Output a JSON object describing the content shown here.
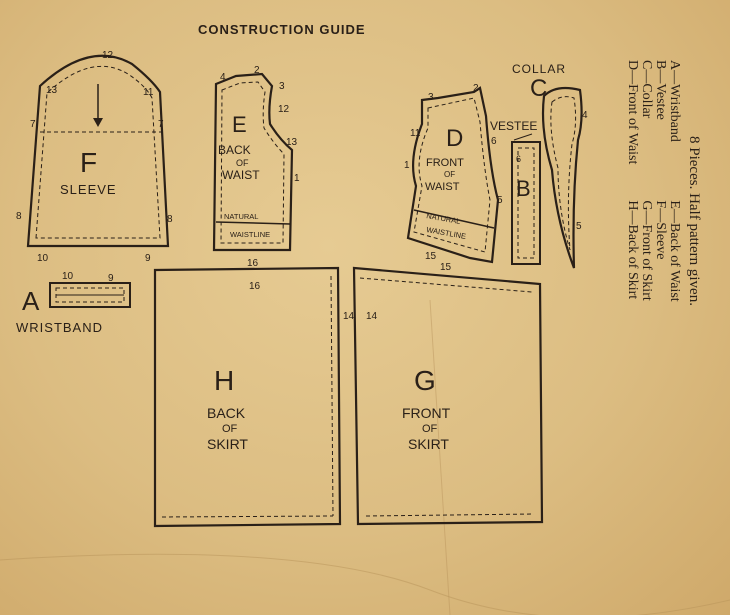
{
  "title": "CONSTRUCTION GUIDE",
  "pieces_header": "8 Pieces.   Half pattern given.",
  "legend_col1": [
    "A—Wristband",
    "B—Vestee",
    "C—Collar",
    "D—Front of Waist"
  ],
  "legend_col2": [
    "E—Back of Waist",
    "F—Sleeve",
    "G—Front of Skirt",
    "H—Back of Skirt"
  ],
  "pieces": {
    "A": {
      "letter": "A",
      "label": "WRISTBAND"
    },
    "B": {
      "letter": "B",
      "label": "VESTEE"
    },
    "C": {
      "letter": "C",
      "label": "COLLAR"
    },
    "D": {
      "letter": "D",
      "label1": "FRONT",
      "label2": "OF",
      "label3": "WAIST",
      "natural": "NATURAL",
      "waistline": "WAISTLINE"
    },
    "E": {
      "letter": "E",
      "label1": "BACK",
      "label2": "OF",
      "label3": "WAIST",
      "natural": "NATURAL",
      "waistline": "WAISTLINE"
    },
    "F": {
      "letter": "F",
      "label": "SLEEVE"
    },
    "G": {
      "letter": "G",
      "label1": "FRONT",
      "label2": "OF",
      "label3": "SKIRT"
    },
    "H": {
      "letter": "H",
      "label1": "BACK",
      "label2": "OF",
      "label3": "SKIRT"
    }
  },
  "notches": {
    "f_top": "12",
    "f_l13": "13",
    "f_r11": "11",
    "f_l7": "7",
    "f_r7": "7",
    "f_l8": "8",
    "f_r8": "8",
    "f_b10": "10",
    "f_b9": "9",
    "e_4": "4",
    "e_2": "2",
    "e_3": "3",
    "e_12": "12",
    "e_13": "13",
    "e_1": "1",
    "a_10": "10",
    "a_9": "9",
    "d_3": "3",
    "d_2": "2",
    "d_11": "11",
    "d_6": "6",
    "d_1": "1",
    "d_5": "5",
    "d_15": "15",
    "b_6": "6",
    "c_4": "4",
    "c_5": "5",
    "h_16a": "16",
    "h_16b": "16",
    "h_14": "14",
    "g_14": "14",
    "g_15": "15"
  }
}
